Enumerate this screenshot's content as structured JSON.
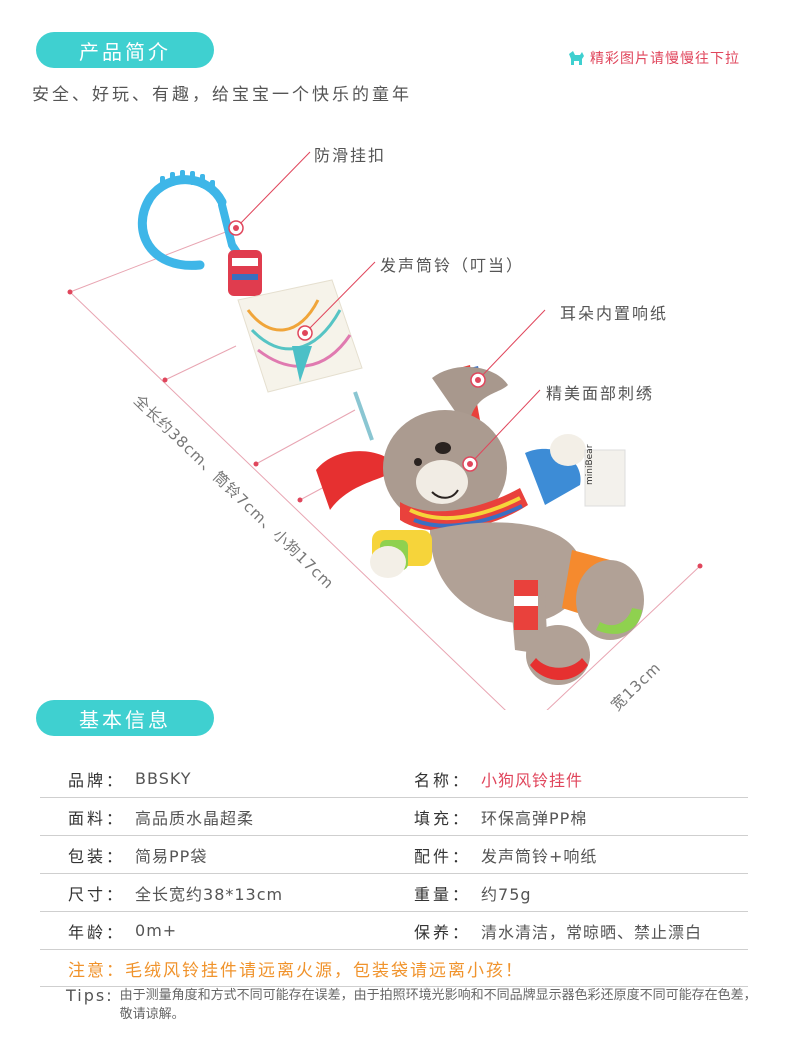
{
  "header": {
    "intro_label": "产品简介",
    "scroll_hint": "精彩图片请慢慢往下拉",
    "subtitle": "安全、好玩、有趣，给宝宝一个快乐的童年"
  },
  "callouts": {
    "hook": "防滑挂扣",
    "bell": "发声筒铃（叮当）",
    "ear": "耳朵内置响纸",
    "face": "精美面部刺绣"
  },
  "dimensions": {
    "length_text": "全长约38cm、筒铃7cm、小狗17cm",
    "width_text": "宽13cm"
  },
  "product_tag": "miniBear",
  "basic_label": "基本信息",
  "specs": [
    {
      "l_label": "品牌：",
      "l_value": "BBSKY",
      "r_label": "名称：",
      "r_value": "小狗风铃挂件"
    },
    {
      "l_label": "面料：",
      "l_value": "高品质水晶超柔",
      "r_label": "填充：",
      "r_value": "环保高弹PP棉"
    },
    {
      "l_label": "包装：",
      "l_value": "简易PP袋",
      "r_label": "配件：",
      "r_value": "发声筒铃+响纸"
    },
    {
      "l_label": "尺寸：",
      "l_value": "全长宽约38*13cm",
      "r_label": "重量：",
      "r_value": "约75g"
    },
    {
      "l_label": "年龄：",
      "l_value": "0m+",
      "r_label": "保养：",
      "r_value": "清水清洁，常晾晒、禁止漂白"
    }
  ],
  "warning": "注意：毛绒风铃挂件请远离火源，包装袋请远离小孩！",
  "tips": {
    "label": "Tips:",
    "text": "由于测量角度和方式不同可能存在误差，由于拍照环境光影响和不同品牌显示器色彩还原度不同可能存在色差，敬请谅解。"
  },
  "colors": {
    "accent": "#3fd0d0",
    "red": "#e0465c",
    "orange": "#f0932c"
  }
}
